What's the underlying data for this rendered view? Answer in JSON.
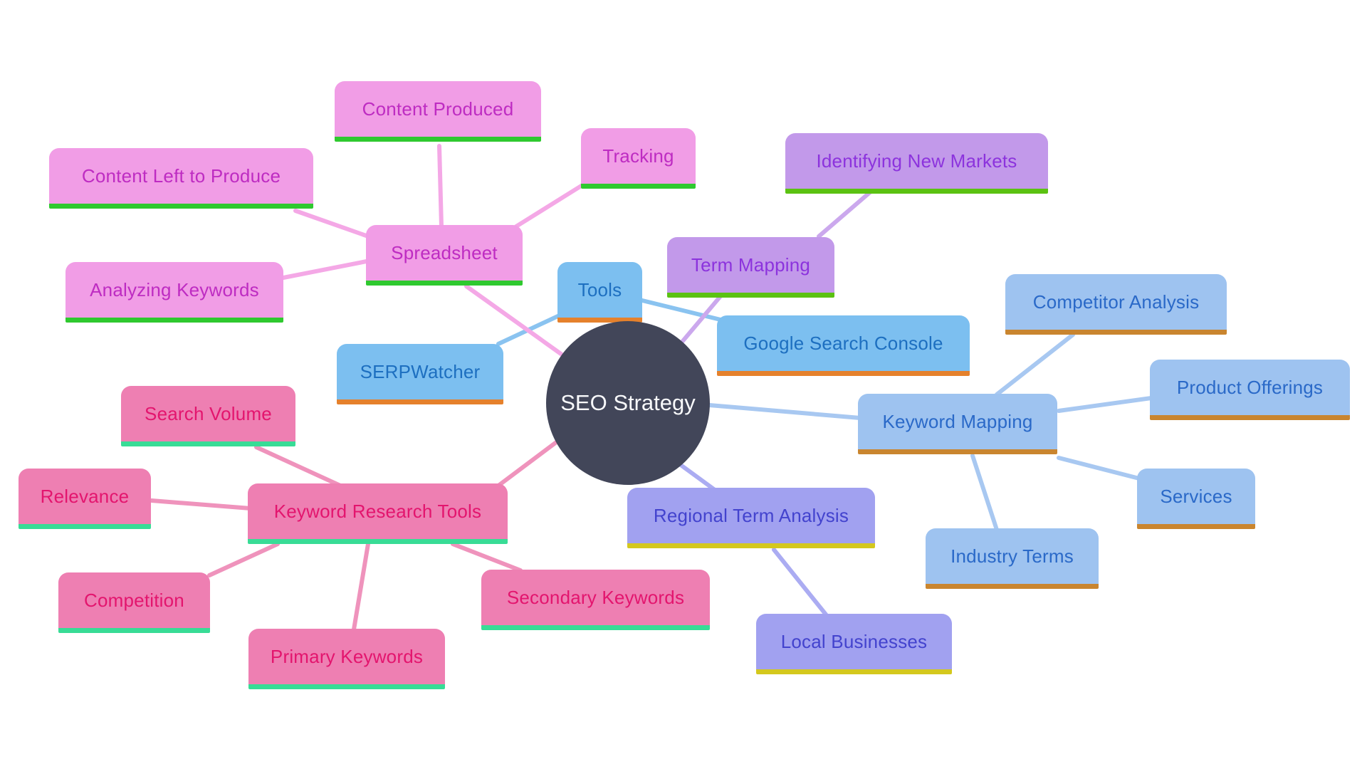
{
  "diagram": {
    "type": "mind-map",
    "root_label": "SEO Strategy"
  },
  "nodes": {
    "seo_strategy": {
      "label": "SEO Strategy"
    },
    "spreadsheet": {
      "label": "Spreadsheet"
    },
    "content_produced": {
      "label": "Content Produced"
    },
    "content_left_to_produce": {
      "label": "Content Left to Produce"
    },
    "analyzing_keywords": {
      "label": "Analyzing Keywords"
    },
    "tracking": {
      "label": "Tracking"
    },
    "tools": {
      "label": "Tools"
    },
    "serpwatcher": {
      "label": "SERPWatcher"
    },
    "google_search_console": {
      "label": "Google Search Console"
    },
    "term_mapping": {
      "label": "Term Mapping"
    },
    "identifying_new_markets": {
      "label": "Identifying New Markets"
    },
    "keyword_mapping": {
      "label": "Keyword Mapping"
    },
    "competitor_analysis": {
      "label": "Competitor Analysis"
    },
    "product_offerings": {
      "label": "Product Offerings"
    },
    "services": {
      "label": "Services"
    },
    "industry_terms": {
      "label": "Industry Terms"
    },
    "keyword_research_tools": {
      "label": "Keyword Research Tools"
    },
    "search_volume": {
      "label": "Search Volume"
    },
    "relevance": {
      "label": "Relevance"
    },
    "competition": {
      "label": "Competition"
    },
    "primary_keywords": {
      "label": "Primary Keywords"
    },
    "secondary_keywords": {
      "label": "Secondary Keywords"
    },
    "regional_term_analysis": {
      "label": "Regional Term Analysis"
    },
    "local_businesses": {
      "label": "Local Businesses"
    }
  },
  "structure": {
    "root": "SEO Strategy",
    "branches": [
      {
        "label": "Spreadsheet",
        "children": [
          "Content Produced",
          "Content Left to Produce",
          "Analyzing Keywords",
          "Tracking"
        ]
      },
      {
        "label": "Tools",
        "children": [
          "SERPWatcher",
          "Google Search Console"
        ]
      },
      {
        "label": "Term Mapping",
        "children": [
          "Identifying New Markets"
        ]
      },
      {
        "label": "Keyword Mapping",
        "children": [
          "Competitor Analysis",
          "Product Offerings",
          "Services",
          "Industry Terms"
        ]
      },
      {
        "label": "Keyword Research Tools",
        "children": [
          "Search Volume",
          "Relevance",
          "Competition",
          "Primary Keywords",
          "Secondary Keywords"
        ]
      },
      {
        "label": "Regional Term Analysis",
        "children": [
          "Local Businesses"
        ]
      }
    ]
  },
  "colors": {
    "background": "#FFFFFF",
    "center_fill": "#424659",
    "center_text": "#F8F9FB",
    "spreadsheet_branch": {
      "fill": "#F19DE6",
      "text": "#BE2CC2",
      "underline": "#2FC92F",
      "edge": "#F4A8E6"
    },
    "tools_branch": {
      "fill": "#7CBFF0",
      "text": "#1D6FC0",
      "underline": "#E5812C",
      "edge": "#8AC3F0"
    },
    "term_mapping_branch": {
      "fill": "#C299EA",
      "text": "#8C33DD",
      "underline": "#5BC212",
      "edge": "#CBA8ED"
    },
    "keyword_mapping_branch": {
      "fill": "#9EC3F0",
      "text": "#2A69C8",
      "underline": "#C9852F",
      "edge": "#A8C8F1"
    },
    "keyword_research_branch": {
      "fill": "#EE7FB2",
      "text": "#E3156E",
      "underline": "#38DC96",
      "edge": "#EF93BC"
    },
    "regional_branch": {
      "fill": "#A1A1F0",
      "text": "#4343CE",
      "underline": "#D4C81E",
      "edge": "#ABACF2"
    }
  }
}
